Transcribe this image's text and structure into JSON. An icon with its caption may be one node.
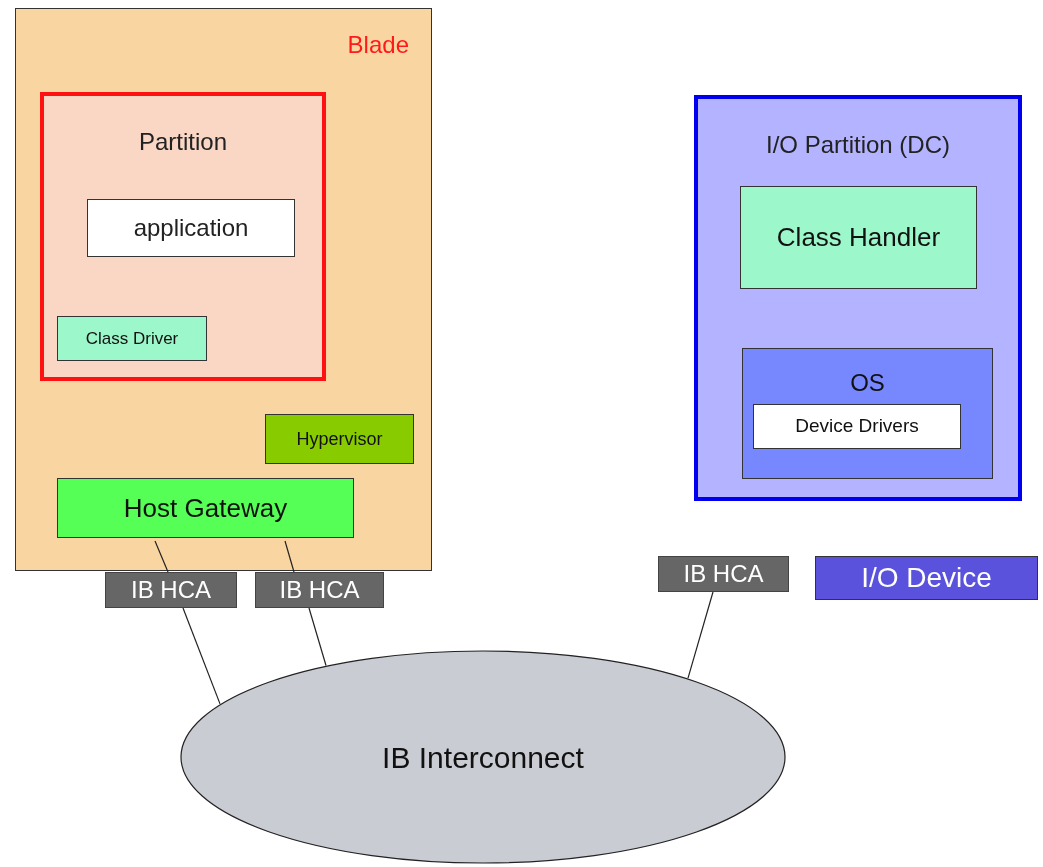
{
  "diagram": {
    "nodes": [
      {
        "text": [
          "Blade"
        ]
      },
      {
        "text": [
          "Partition"
        ],
        "in": 0
      },
      {
        "text": [
          "application"
        ],
        "in": 1
      },
      {
        "text": [
          "Class Driver"
        ],
        "in": 1
      },
      {
        "text": [
          "Hypervisor"
        ],
        "in": 0
      },
      {
        "text": [
          "Host Gateway"
        ],
        "in": 0
      },
      {
        "text": [
          "IB HCA"
        ]
      },
      {
        "text": [
          "IB HCA"
        ]
      },
      {
        "text": [
          "I/O Partition (DC)"
        ]
      },
      {
        "text": [
          "Class Handler"
        ],
        "in": 8
      },
      {
        "text": [
          "OS"
        ],
        "in": 8
      },
      {
        "text": [
          "Device Drivers"
        ],
        "in": 10
      },
      {
        "text": [
          "IB HCA"
        ]
      },
      {
        "text": [
          "I/O Device"
        ]
      },
      {
        "text": [
          "IB Interconnect"
        ]
      }
    ],
    "edges": [
      {
        "from": 5,
        "to": 6,
        "arrow": "none"
      },
      {
        "from": 6,
        "to": 14,
        "arrow": "none"
      },
      {
        "from": 5,
        "to": 7,
        "arrow": "none"
      },
      {
        "from": 7,
        "to": 14,
        "arrow": "none"
      },
      {
        "from": 12,
        "to": 14,
        "arrow": "none"
      }
    ]
  }
}
